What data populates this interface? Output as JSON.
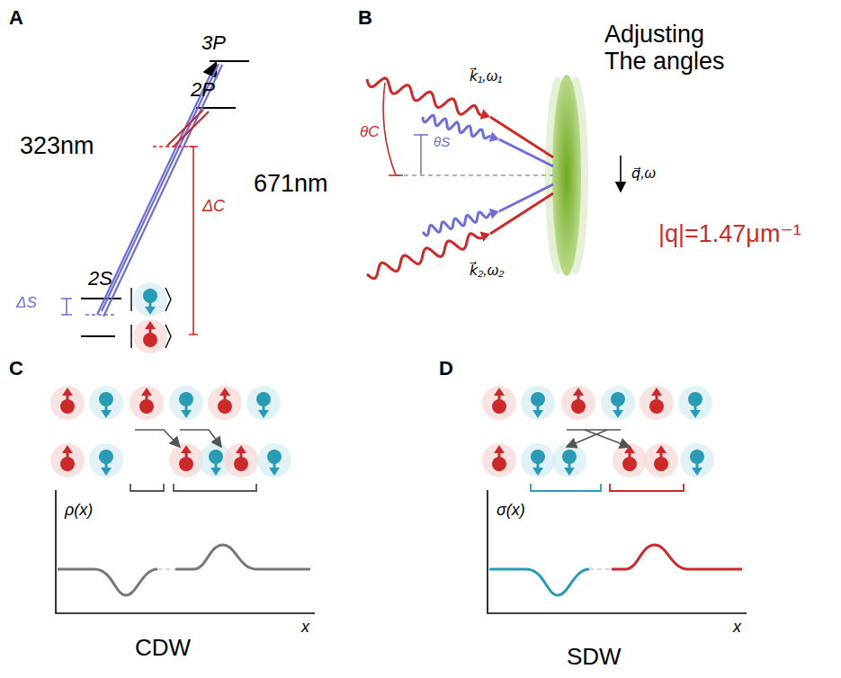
{
  "diagram": {
    "labels": [
      "A",
      "3P",
      "2P",
      "323nm",
      "671nm",
      "2S",
      "ΔS",
      "ΔC",
      "B",
      "k⃗₁,ω₁",
      "θC",
      "θS",
      "Adjusting The angles",
      "q⃗,ω",
      "|q|=1.47μm⁻¹",
      "k⃗₂,ω₂",
      "C",
      "D",
      "ρ(x)",
      "x",
      "CDW",
      "σ(x)",
      "x",
      "SDW"
    ]
  }
}
